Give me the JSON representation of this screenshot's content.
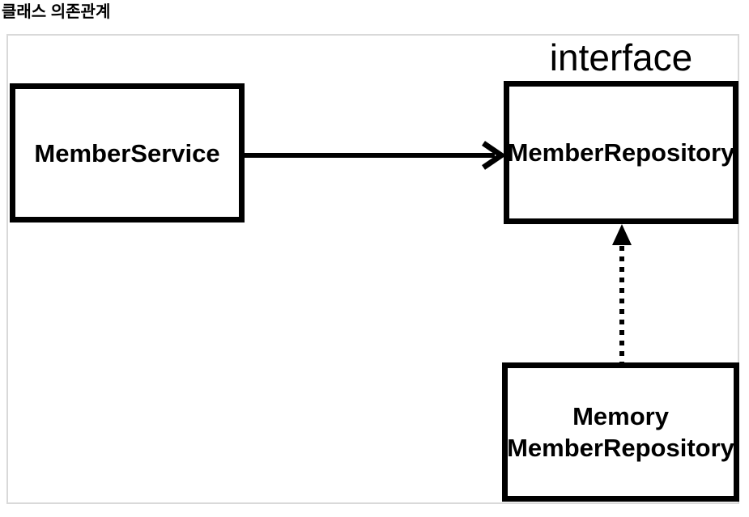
{
  "page": {
    "title": "클래스 의존관계"
  },
  "diagram": {
    "interface_label": "interface",
    "nodes": [
      {
        "id": "member-service",
        "label": "MemberService"
      },
      {
        "id": "member-repository",
        "label": "MemberRepository"
      },
      {
        "id": "memory-member-repository",
        "label_lines": [
          "Memory",
          "MemberRepository"
        ]
      }
    ],
    "edges": [
      {
        "from": "member-service",
        "to": "member-repository",
        "type": "dependency",
        "line": "solid",
        "arrowhead": "open-chevron"
      },
      {
        "from": "memory-member-repository",
        "to": "member-repository",
        "type": "implementation",
        "line": "dotted",
        "arrowhead": "filled-triangle"
      }
    ],
    "colors": {
      "node_border": "#000000",
      "text": "#000000",
      "canvas_border": "#d9d9d9",
      "background": "#ffffff"
    }
  }
}
